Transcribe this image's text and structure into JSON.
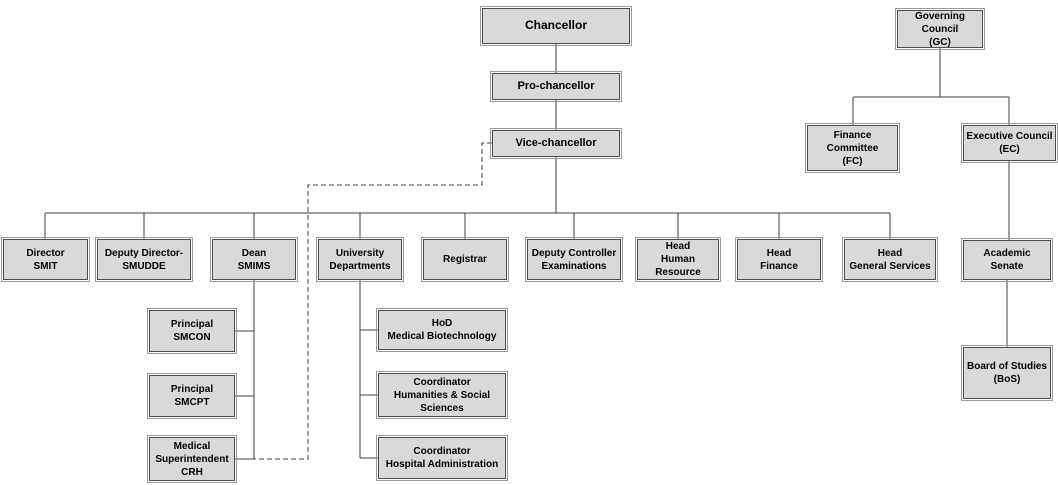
{
  "diagram": {
    "type": "org-chart",
    "nodes": {
      "chancellor": "Chancellor",
      "pro_chancellor": "Pro-chancellor",
      "vice_chancellor": "Vice-chancellor",
      "director_smit": "Director\nSMIT",
      "deputy_director_smudde": "Deputy Director-\nSMUDDE",
      "dean_smims": "Dean\nSMIMS",
      "university_departments": "University\nDepartments",
      "registrar": "Registrar",
      "deputy_controller_examinations": "Deputy Controller\nExaminations",
      "head_human_resource": "Head\nHuman Resource",
      "head_finance": "Head\nFinance",
      "head_general_services": "Head\nGeneral Services",
      "principal_smcon": "Principal\nSMCON",
      "principal_smcpt": "Principal\nSMCPT",
      "medical_superintendent_crh": "Medical\nSuperintendent\nCRH",
      "hod_medical_biotechnology": "HoD\nMedical Biotechnology",
      "coordinator_humanities": "Coordinator\nHumanities & Social\nSciences",
      "coordinator_hospital_admin": "Coordinator\nHospital Administration",
      "governing_council": "Governing Council\n(GC)",
      "finance_committee": "Finance Committee\n(FC)",
      "executive_council": "Executive Council\n(EC)",
      "academic_senate": "Academic Senate",
      "board_of_studies": "Board of Studies\n(BoS)"
    },
    "edges": [
      [
        "chancellor",
        "pro_chancellor"
      ],
      [
        "pro_chancellor",
        "vice_chancellor"
      ],
      [
        "vice_chancellor",
        "director_smit"
      ],
      [
        "vice_chancellor",
        "deputy_director_smudde"
      ],
      [
        "vice_chancellor",
        "dean_smims"
      ],
      [
        "vice_chancellor",
        "university_departments"
      ],
      [
        "vice_chancellor",
        "registrar"
      ],
      [
        "vice_chancellor",
        "deputy_controller_examinations"
      ],
      [
        "vice_chancellor",
        "head_human_resource"
      ],
      [
        "vice_chancellor",
        "head_finance"
      ],
      [
        "vice_chancellor",
        "head_general_services"
      ],
      [
        "dean_smims",
        "principal_smcon"
      ],
      [
        "dean_smims",
        "principal_smcpt"
      ],
      [
        "dean_smims",
        "medical_superintendent_crh"
      ],
      [
        "university_departments",
        "hod_medical_biotechnology"
      ],
      [
        "university_departments",
        "coordinator_humanities"
      ],
      [
        "university_departments",
        "coordinator_hospital_admin"
      ],
      [
        "governing_council",
        "finance_committee"
      ],
      [
        "governing_council",
        "executive_council"
      ],
      [
        "executive_council",
        "academic_senate"
      ],
      [
        "academic_senate",
        "board_of_studies"
      ]
    ],
    "dashed_edges": [
      [
        "vice_chancellor",
        "medical_superintendent_crh"
      ]
    ],
    "colors": {
      "node_fill": "#d9d9d9",
      "node_border": "#4d4d4d",
      "line": "#3f3f3f",
      "background": "#ffffff"
    }
  }
}
